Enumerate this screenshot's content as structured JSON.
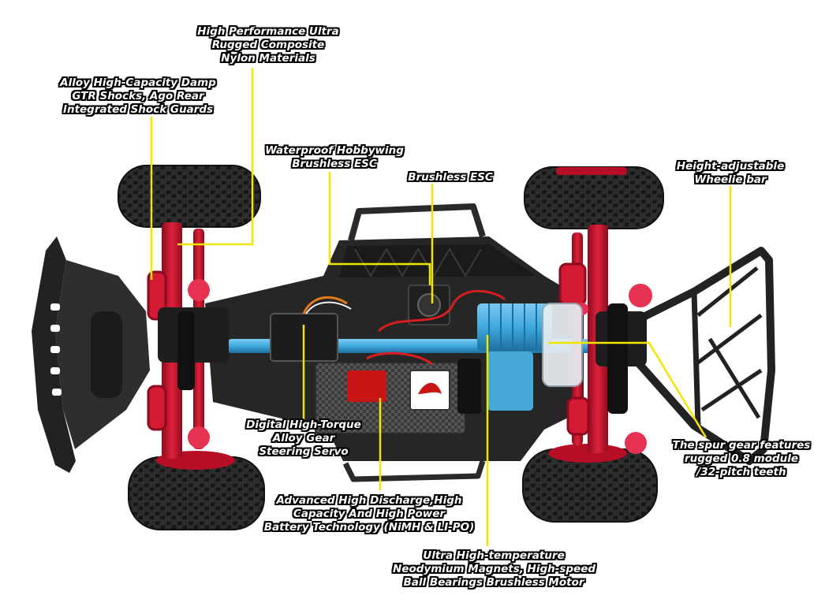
{
  "colors": {
    "leader_line": "#f2e600",
    "tire": "#2b2b2b",
    "chassis": "#262626",
    "suspension_red": "#c8102e",
    "motor_blue": "#3fa9e0",
    "background": "#ffffff"
  },
  "icons": {
    "product": "rc-short-course-truck-chassis"
  },
  "callouts": {
    "composite": {
      "lines": [
        "High Performance Ultra",
        "Rugged Composite",
        "Nylon Materials"
      ]
    },
    "shocks": {
      "lines": [
        "Alloy High-Capacity Damp",
        "GTR Shocks, Ago Rear",
        "Integrated Shock Guards"
      ]
    },
    "waterproof_esc": {
      "lines": [
        "Waterproof Hobbywing",
        "Brushless ESC"
      ]
    },
    "brushless_esc": {
      "lines": [
        "Brushless ESC"
      ]
    },
    "wheelie_bar": {
      "lines": [
        "Height-adjustable",
        "Wheelie bar"
      ]
    },
    "servo": {
      "lines": [
        "Digital High-Torque",
        "Alloy Gear",
        "Steering Servo"
      ]
    },
    "battery": {
      "lines": [
        "Advanced High Discharge,High",
        "Capacity And High Power",
        "Battery Technology (NiMH & LI-PO)"
      ]
    },
    "spur_gear": {
      "lines": [
        "The spur gear features",
        "rugged 0.8 module",
        "/32-pitch teeth"
      ]
    },
    "motor": {
      "lines": [
        "Ultra High-temperature",
        "Neodymium Magnets, High-speed",
        "Ball Bearings Brushless Motor"
      ]
    }
  }
}
